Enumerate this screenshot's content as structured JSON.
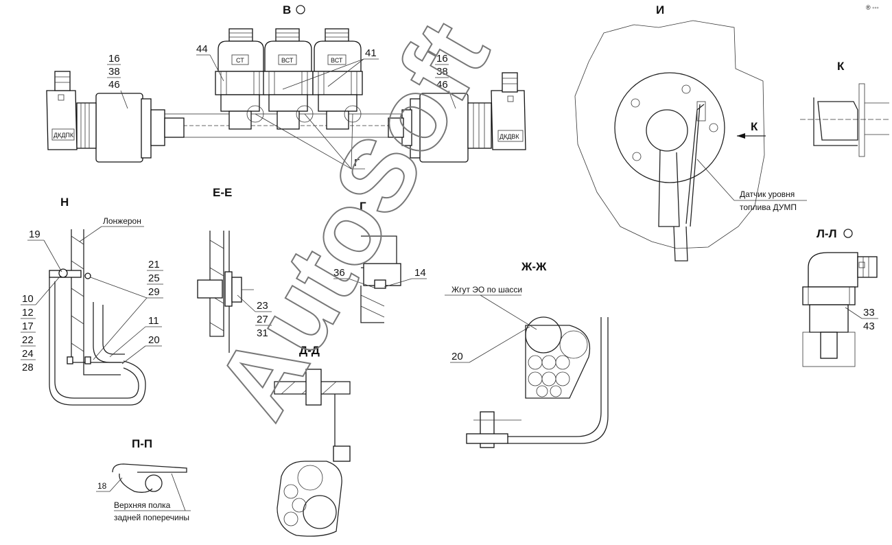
{
  "views": {
    "v": "В",
    "i": "И",
    "k": "К",
    "n": "Н",
    "ee": "Е-Е",
    "g": "Г",
    "ll": "Л-Л",
    "zhzh": "Ж-Ж",
    "dd": "Д-Д",
    "pp": "П-П"
  },
  "connectors": {
    "st": "СТ",
    "vst1": "ВСТ",
    "vst2": "ВСТ",
    "dkdpk": "ДКДПК",
    "dkdvk": "ДКДВК"
  },
  "positions": {
    "p16a": "16",
    "p38a": "38",
    "p46a": "46",
    "p16b": "16",
    "p38b": "38",
    "p46b": "46",
    "p44": "44",
    "p41": "41",
    "p_g": "Г",
    "p_k_arrow": "К",
    "p19": "19",
    "p10": "10",
    "p12": "12",
    "p17": "17",
    "p22": "22",
    "p24": "24",
    "p28": "28",
    "p21": "21",
    "p25": "25",
    "p29": "29",
    "p11": "11",
    "p20a": "20",
    "p23": "23",
    "p27": "27",
    "p31": "31",
    "p36": "36",
    "p14": "14",
    "p33": "33",
    "p43": "43",
    "p20b": "20",
    "p18": "18"
  },
  "notes": {
    "longeron": "Лонжерон",
    "sensor_line1": "Датчик уровня",
    "sensor_line2": "топлива ДУМП",
    "harness": "Жгут ЭО по шасси",
    "shelf_line1": "Верхняя полка",
    "shelf_line2": "задней поперечины"
  },
  "watermark": "AutoSoft",
  "corner_mark": "® ◦◦◦"
}
